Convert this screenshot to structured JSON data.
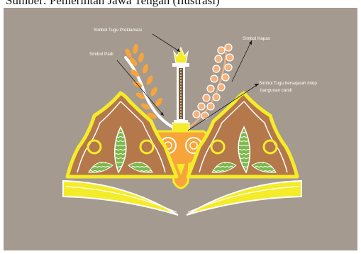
{
  "caption": "Sumber: Pemerintah Jawa Tengah (Ilustrasi)",
  "labels": {
    "tugu_proklamasi": "Simbol Tugu Proklamasi",
    "padi": "Simbol Padi",
    "kapas": "Simbol Kapas",
    "tugu_candi_line1": "Simbol Tugu bersejarah mirip",
    "tugu_candi_line2": "bangunan candi"
  },
  "colors": {
    "background": "#a59a8f",
    "brown": "#b5784a",
    "yellow": "#f4ec2a",
    "orange": "#f7a53b",
    "white": "#ffffff",
    "green": "#79b84a",
    "peach": "#f1b07d"
  }
}
